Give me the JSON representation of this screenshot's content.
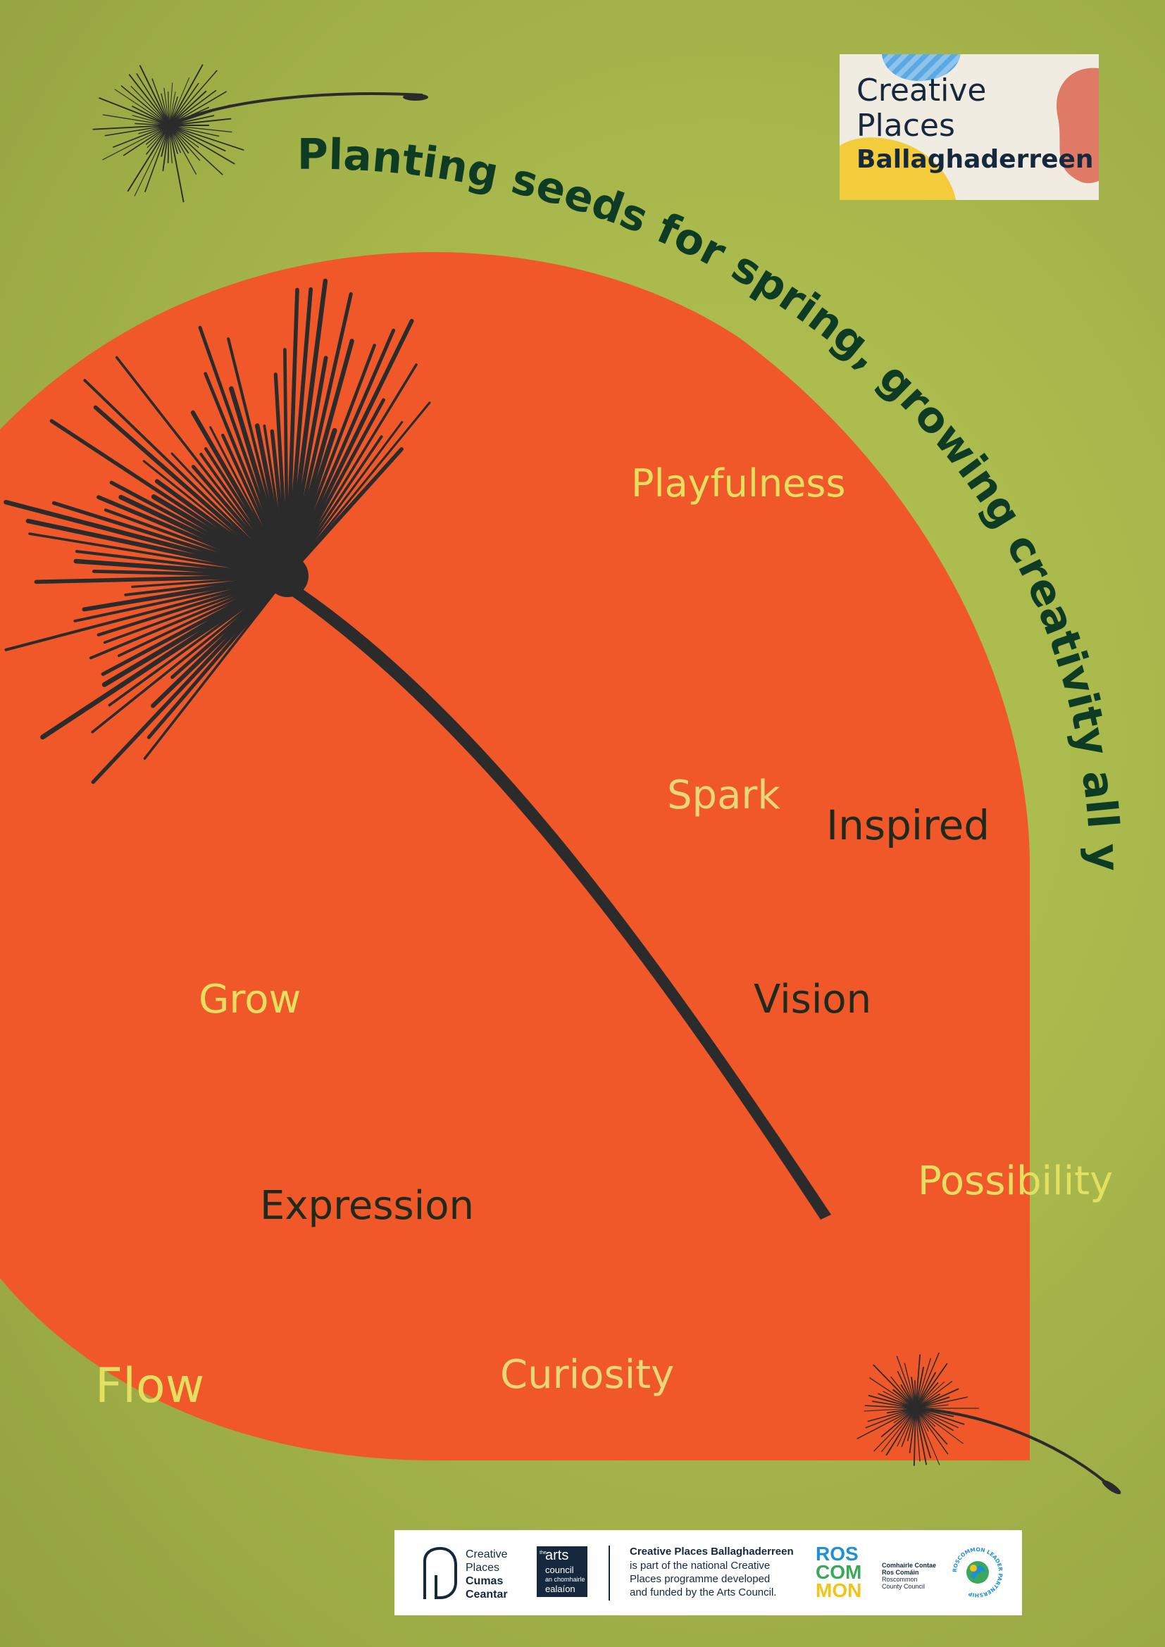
{
  "headline": "Planting seeds for spring, growing creativity all year",
  "words": {
    "playfulness": "Playfulness",
    "spark": "Spark",
    "inspired": "Inspired",
    "grow": "Grow",
    "vision": "Vision",
    "possibility": "Possibility",
    "expression": "Expression",
    "curiosity": "Curiosity",
    "flow": "Flow"
  },
  "logo_top": {
    "line1": "Creative",
    "line2": "Places",
    "line3": "Ballaghaderreen"
  },
  "footer": {
    "cp_logo": [
      "Creative",
      "Places",
      "Cumas",
      "Ceantar"
    ],
    "arts_logo": [
      "the",
      "arts",
      "council",
      "an chomhairle",
      "ealaíon"
    ],
    "statement_title": "Creative Places Ballaghaderreen",
    "statement_lines": [
      "is part of the national Creative",
      "Places programme developed",
      "and funded by the Arts Council."
    ],
    "roscommon_logo": [
      "ROS",
      "COM",
      "MON"
    ],
    "council_lines": [
      "Comhairle Contae",
      "Ros Comáin",
      "Roscommon",
      "County Council"
    ],
    "partnership_label": "ROSCOMMON LEADER PARTNERSHIP"
  },
  "colors": {
    "background": "#a8b84c",
    "orange": "#f0582a",
    "seed": "#2b2b2b",
    "headline": "#0e3b24",
    "yellow_word": "#e3e061",
    "dark_word": "#1f2a1c"
  }
}
